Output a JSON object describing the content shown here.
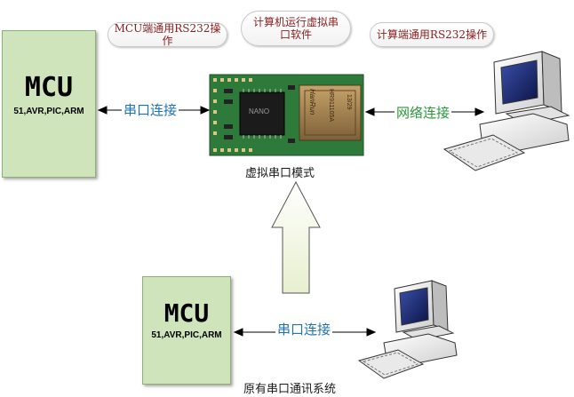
{
  "bubbles": {
    "mcu_uart": "MCU端通用RS232操作",
    "pc_virtual_line1": "计算机运行虚拟串",
    "pc_virtual_line2": "口软件",
    "pc_uart": "计算端通用RS232操作"
  },
  "mcu_top": {
    "title": "MCU",
    "subtitle": "51,AVR,PIC,ARM"
  },
  "mcu_bottom": {
    "title": "MCU",
    "subtitle": "51,AVR,PIC,ARM"
  },
  "links": {
    "serial_top": "串口连接",
    "network": "网络连接",
    "serial_bottom": "串口连接"
  },
  "module": {
    "chip_mark": "NANO",
    "jack_text1": "HanRun",
    "jack_text2": "HR911105A",
    "jack_text3": "13/29"
  },
  "captions": {
    "virtual_mode": "虚拟串口模式",
    "original_system": "原有串口通讯系统"
  },
  "colors": {
    "serial_label": "#1e73b5",
    "network_label": "#2a9a3a",
    "mcu_fill": "#cfe4bb",
    "bubble_text": "#8b1e1e"
  }
}
